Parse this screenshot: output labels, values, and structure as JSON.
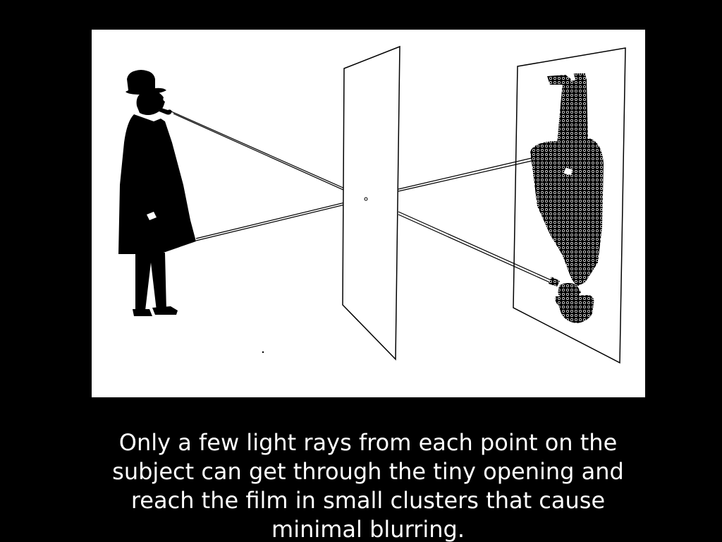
{
  "caption": {
    "text": "Only a few light rays from each point on the\nsubject can get through the tiny opening and\nreach the film in small clusters that cause\nminimal blurring."
  },
  "colors": {
    "background": "#000000",
    "panel": "#ffffff",
    "ink": "#000000",
    "caption": "#ffffff"
  },
  "illustration": {
    "subject": "man-with-top-hat-and-pipe",
    "barrier": "pinhole-screen",
    "film": "inverted-image-of-dot-clusters",
    "rays": [
      "head-to-pinhole",
      "coat-to-pinhole",
      "pinhole-to-image-bottom",
      "pinhole-to-image-top"
    ]
  }
}
